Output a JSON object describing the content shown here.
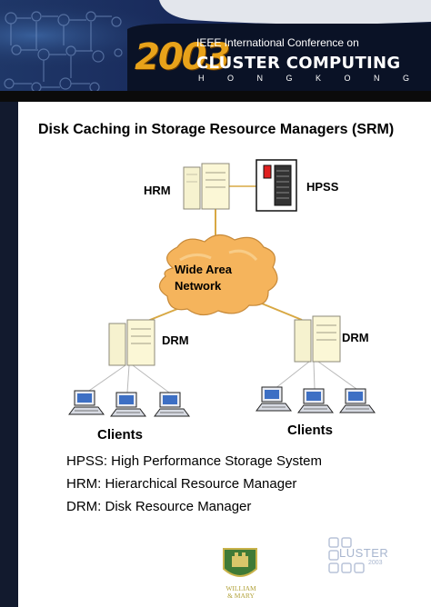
{
  "banner": {
    "year": "2003",
    "conference": "IEEE International Conference on",
    "title": "CLUSTER COMPUTING",
    "location": "HONGKONG"
  },
  "slide": {
    "title": "Disk Caching in Storage Resource Managers (SRM)"
  },
  "diagram": {
    "hrm_label": "HRM",
    "hpss_label": "HPSS",
    "network_label_line1": "Wide Area",
    "network_label_line2": "Network",
    "drm_left_label": "DRM",
    "drm_right_label": "DRM",
    "clients_left_label": "Clients",
    "clients_right_label": "Clients"
  },
  "legend": [
    "HPSS: High Performance Storage System",
    "HRM: Hierarchical Resource Manager",
    "DRM: Disk Resource Manager"
  ],
  "footer": {
    "crest_line1": "WILLIAM",
    "crest_line2": "& MARY",
    "cluster_logo_word": "LUSTER",
    "cluster_logo_year": "2003"
  },
  "colors": {
    "banner_dark": "#0e1a34",
    "brand_gold": "#e8a21a",
    "cloud_fill": "#f5b45c",
    "server_fill": "#fbf7d6",
    "link_gold": "#d8a843"
  }
}
